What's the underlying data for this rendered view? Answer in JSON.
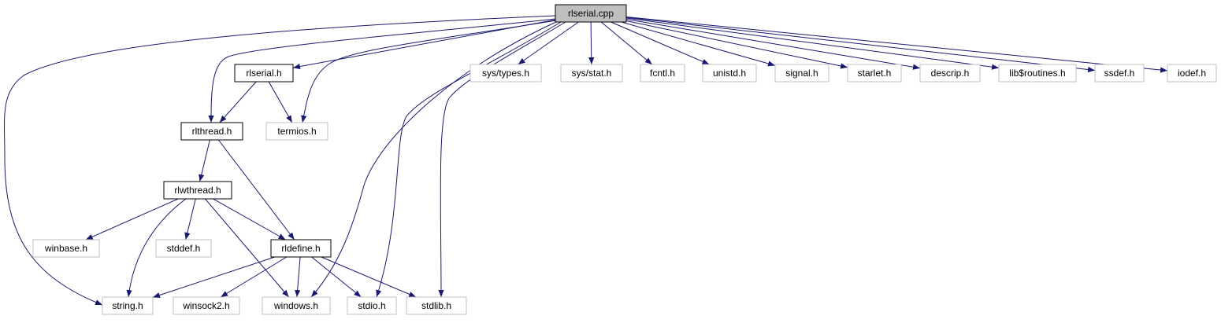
{
  "graph": {
    "colors": {
      "edge": "#191970",
      "root_fill": "#bfbfbf",
      "external_border": "#bfbfbf",
      "local_border": "#000000"
    },
    "nodes": [
      {
        "id": "rlserial_cpp",
        "label": "rlserial.cpp",
        "kind": "root"
      },
      {
        "id": "rlserial_h",
        "label": "rlserial.h",
        "kind": "local"
      },
      {
        "id": "rlthread_h",
        "label": "rlthread.h",
        "kind": "local"
      },
      {
        "id": "rlwthread_h",
        "label": "rlwthread.h",
        "kind": "local"
      },
      {
        "id": "rldefine_h",
        "label": "rldefine.h",
        "kind": "local"
      },
      {
        "id": "termios_h",
        "label": "termios.h",
        "kind": "external"
      },
      {
        "id": "sys_types_h",
        "label": "sys/types.h",
        "kind": "external"
      },
      {
        "id": "sys_stat_h",
        "label": "sys/stat.h",
        "kind": "external"
      },
      {
        "id": "fcntl_h",
        "label": "fcntl.h",
        "kind": "external"
      },
      {
        "id": "unistd_h",
        "label": "unistd.h",
        "kind": "external"
      },
      {
        "id": "signal_h",
        "label": "signal.h",
        "kind": "external"
      },
      {
        "id": "starlet_h",
        "label": "starlet.h",
        "kind": "external"
      },
      {
        "id": "descrip_h",
        "label": "descrip.h",
        "kind": "external"
      },
      {
        "id": "lib_routines_h",
        "label": "lib$routines.h",
        "kind": "external"
      },
      {
        "id": "ssdef_h",
        "label": "ssdef.h",
        "kind": "external"
      },
      {
        "id": "iodef_h",
        "label": "iodef.h",
        "kind": "external"
      },
      {
        "id": "winbase_h",
        "label": "winbase.h",
        "kind": "external"
      },
      {
        "id": "stddef_h",
        "label": "stddef.h",
        "kind": "external"
      },
      {
        "id": "string_h",
        "label": "string.h",
        "kind": "external"
      },
      {
        "id": "winsock2_h",
        "label": "winsock2.h",
        "kind": "external"
      },
      {
        "id": "windows_h",
        "label": "windows.h",
        "kind": "external"
      },
      {
        "id": "stdio_h",
        "label": "stdio.h",
        "kind": "external"
      },
      {
        "id": "stdlib_h",
        "label": "stdlib.h",
        "kind": "external"
      }
    ],
    "edges": [
      [
        "rlserial_cpp",
        "rlserial_h"
      ],
      [
        "rlserial_cpp",
        "rlthread_h"
      ],
      [
        "rlserial_cpp",
        "termios_h"
      ],
      [
        "rlserial_cpp",
        "sys_types_h"
      ],
      [
        "rlserial_cpp",
        "sys_stat_h"
      ],
      [
        "rlserial_cpp",
        "fcntl_h"
      ],
      [
        "rlserial_cpp",
        "unistd_h"
      ],
      [
        "rlserial_cpp",
        "signal_h"
      ],
      [
        "rlserial_cpp",
        "starlet_h"
      ],
      [
        "rlserial_cpp",
        "descrip_h"
      ],
      [
        "rlserial_cpp",
        "lib_routines_h"
      ],
      [
        "rlserial_cpp",
        "ssdef_h"
      ],
      [
        "rlserial_cpp",
        "iodef_h"
      ],
      [
        "rlserial_cpp",
        "string_h"
      ],
      [
        "rlserial_cpp",
        "windows_h"
      ],
      [
        "rlserial_cpp",
        "stdio_h"
      ],
      [
        "rlserial_cpp",
        "stdlib_h"
      ],
      [
        "rlserial_h",
        "rlthread_h"
      ],
      [
        "rlserial_h",
        "termios_h"
      ],
      [
        "rlthread_h",
        "rlwthread_h"
      ],
      [
        "rlthread_h",
        "rldefine_h"
      ],
      [
        "rlwthread_h",
        "winbase_h"
      ],
      [
        "rlwthread_h",
        "stddef_h"
      ],
      [
        "rlwthread_h",
        "string_h"
      ],
      [
        "rlwthread_h",
        "rldefine_h"
      ],
      [
        "rlwthread_h",
        "windows_h"
      ],
      [
        "rldefine_h",
        "string_h"
      ],
      [
        "rldefine_h",
        "winsock2_h"
      ],
      [
        "rldefine_h",
        "windows_h"
      ],
      [
        "rldefine_h",
        "stdio_h"
      ],
      [
        "rldefine_h",
        "stdlib_h"
      ]
    ]
  }
}
